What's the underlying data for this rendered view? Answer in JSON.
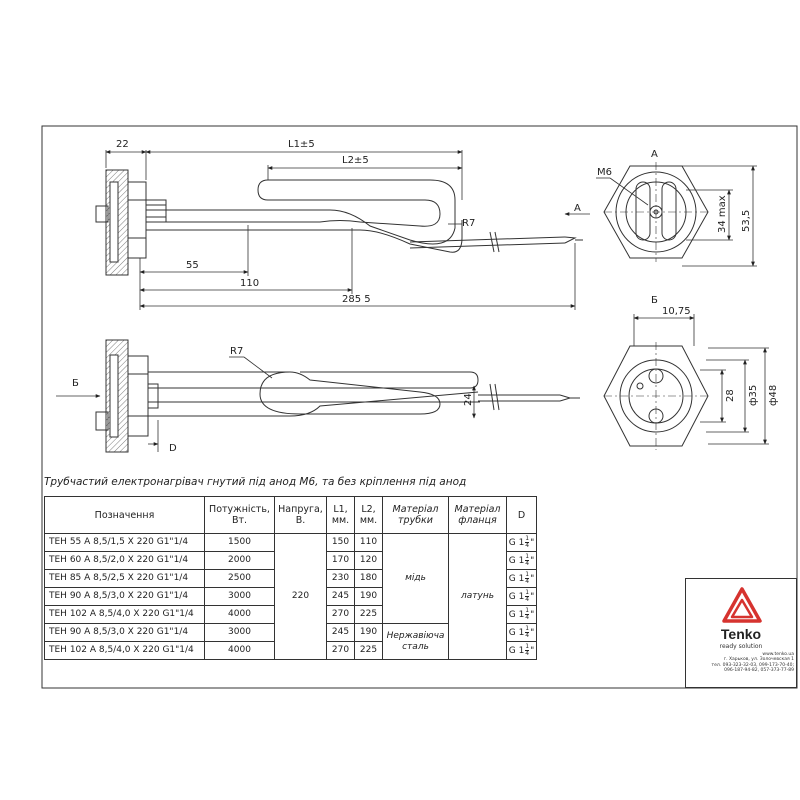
{
  "drawing": {
    "views": {
      "top_label": "A",
      "side_label": "Б",
      "arrow_a": "A",
      "arrow_b": "Б"
    },
    "dims": {
      "d22": "22",
      "l1": "L1±5",
      "l2": "L2±5",
      "r7_top": "R7",
      "r7_bottom": "R7",
      "d55": "55",
      "d110": "110",
      "d285": "285 5",
      "m6": "M6",
      "d34": "34 max",
      "d53": "53,5",
      "d1075": "10,75",
      "d28": "28",
      "d35": "ф35",
      "d48": "ф48",
      "d24": "24",
      "dD": "D"
    }
  },
  "caption": "Трубчастий електронагрівач гнутий під анод М6, та без кріплення під анод",
  "table": {
    "headers": {
      "name": "Позначення",
      "power": "Потужність, Вт.",
      "voltage": "Напруга, В.",
      "l1": "L1, мм.",
      "l2": "L2, мм.",
      "tube": "Матеріал трубки",
      "flange": "Матеріал фланця",
      "d": "D"
    },
    "rows": [
      {
        "name": "ТЕН 55 А 8,5/1,5 X 220 G1\"1/4",
        "power": "1500",
        "l1": "150",
        "l2": "110"
      },
      {
        "name": "ТЕН 60 А 8,5/2,0 X 220 G1\"1/4",
        "power": "2000",
        "l1": "170",
        "l2": "120"
      },
      {
        "name": "ТЕН 85 А 8,5/2,5 X 220 G1\"1/4",
        "power": "2500",
        "l1": "230",
        "l2": "180"
      },
      {
        "name": "ТЕН 90 А 8,5/3,0 X 220 G1\"1/4",
        "power": "3000",
        "l1": "245",
        "l2": "190"
      },
      {
        "name": "ТЕН 102 А 8,5/4,0 X 220 G1\"1/4",
        "power": "4000",
        "l1": "270",
        "l2": "225"
      },
      {
        "name": "ТЕН 90 А 8,5/3,0 X 220 G1\"1/4",
        "power": "3000",
        "l1": "245",
        "l2": "190"
      },
      {
        "name": "ТЕН 102 А 8,5/4,0 X 220 G1\"1/4",
        "power": "4000",
        "l1": "270",
        "l2": "225"
      }
    ],
    "voltage_value": "220",
    "tube_copper": "мідь",
    "tube_steel": "Нержавіюча сталь",
    "flange_value": "латунь",
    "d_prefix": "G 1",
    "d_num": "1",
    "d_den": "4",
    "d_suffix": "\""
  },
  "stamp": {
    "brand": "Tenko",
    "slogan": "ready solution",
    "site": "www.tenko.ua",
    "address": "г. Харьков, ул. Золочевская 1",
    "phones1": "тел. 093-323-32-03, 099-173-70-40;",
    "phones2": "096-187-94-82, 057-373-77-89",
    "logo_color": "#d6332f"
  }
}
